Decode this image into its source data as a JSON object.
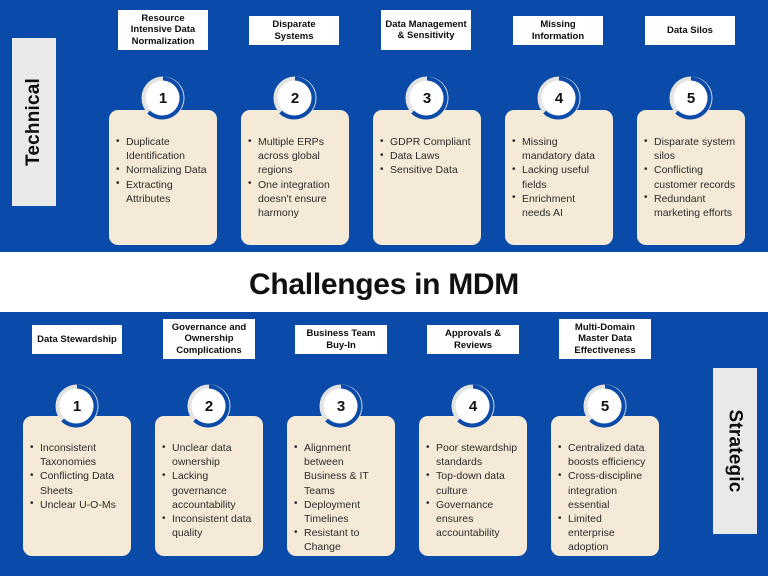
{
  "title": "Challenges in MDM",
  "colors": {
    "panel_blue": "#0a4aa8",
    "card_cream": "#f5ead8",
    "side_label_gray": "#e9e9e9",
    "header_white": "#ffffff",
    "ring_blue": "#0a4aa8",
    "ring_track_gray": "#e3e3e3",
    "text_dark": "#2b2b2b"
  },
  "sections": [
    {
      "id": "technical",
      "side_label": "Technical",
      "columns": [
        {
          "header": "Resource Intensive Data Normalization",
          "number": "1",
          "bullets": [
            "Duplicate Identification",
            "Normalizing Data",
            "Extracting Attributes"
          ]
        },
        {
          "header": "Disparate Systems",
          "number": "2",
          "bullets": [
            "Multiple ERPs across global regions",
            "One integration doesn't ensure harmony"
          ]
        },
        {
          "header": "Data Management & Sensitivity",
          "number": "3",
          "bullets": [
            "GDPR Compliant",
            "Data Laws",
            "Sensitive Data"
          ]
        },
        {
          "header": "Missing Information",
          "number": "4",
          "bullets": [
            "Missing mandatory data",
            "Lacking useful fields",
            "Enrichment needs AI"
          ]
        },
        {
          "header": "Data Silos",
          "number": "5",
          "bullets": [
            "Disparate system silos",
            "Conflicting customer records",
            "Redundant marketing efforts"
          ]
        }
      ]
    },
    {
      "id": "strategic",
      "side_label": "Strategic",
      "columns": [
        {
          "header": "Data Stewardship",
          "number": "1",
          "bullets": [
            " Inconsistent Taxonomies",
            "Conflicting Data Sheets",
            "Unclear U-O-Ms"
          ]
        },
        {
          "header": "Governance and Ownership Complications",
          "number": "2",
          "bullets": [
            "Unclear data ownership",
            "Lacking governance accountability",
            "Inconsistent data quality"
          ]
        },
        {
          "header": "Business Team Buy-In",
          "number": "3",
          "bullets": [
            "Alignment between Business & IT Teams",
            "Deployment Timelines",
            "Resistant to Change"
          ]
        },
        {
          "header": "Approvals & Reviews",
          "number": "4",
          "bullets": [
            "Poor stewardship standards",
            "Top-down data culture",
            "Governance ensures accountability"
          ]
        },
        {
          "header": "Multi-Domain Master Data Effectiveness",
          "number": "5",
          "bullets": [
            "Centralized data boosts efficiency",
            "Cross-discipline integration essential",
            "Limited enterprise adoption"
          ]
        }
      ]
    }
  ]
}
